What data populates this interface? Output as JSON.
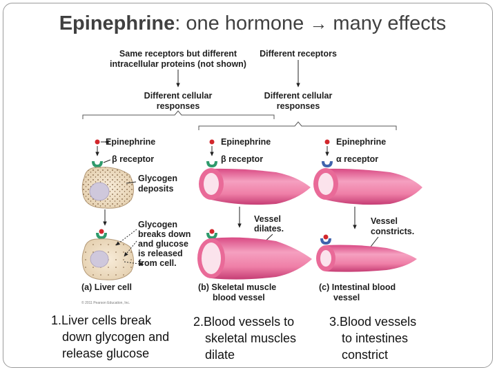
{
  "title": {
    "bold": "Epinephrine",
    "rest": ": one hormone ",
    "arrow": "→",
    "tail": " many effects"
  },
  "figure": {
    "top_left_1": "Same receptors but different",
    "top_left_2": "intracellular proteins (not shown)",
    "top_right": "Different receptors",
    "resp_left_1": "Different cellular",
    "resp_left_2": "responses",
    "resp_right_1": "Different cellular",
    "resp_right_2": "responses",
    "epinephrine": "Epinephrine",
    "beta_receptor": "β receptor",
    "alpha_receptor": "α receptor",
    "glycogen_1": "Glycogen",
    "glycogen_2": "deposits",
    "breaks_1": "Glycogen",
    "breaks_2": "breaks down",
    "breaks_3": "and glucose",
    "breaks_4": "is released",
    "breaks_5": "from cell.",
    "dilates_1": "Vessel",
    "dilates_2": "dilates.",
    "constricts_1": "Vessel",
    "constricts_2": "constricts.",
    "panel_a": "(a) Liver cell",
    "panel_b_1": "(b) Skeletal muscle",
    "panel_b_2": "blood vessel",
    "panel_c_1": "(c) Intestinal blood",
    "panel_c_2": "vessel",
    "copyright": "© 2011 Pearson Education, Inc."
  },
  "captions": [
    {
      "num": "1.",
      "lines": [
        "Liver cells break",
        "down glycogen and",
        "release glucose"
      ]
    },
    {
      "num": "2.",
      "lines": [
        "Blood vessels to",
        "skeletal muscles",
        "dilate"
      ]
    },
    {
      "num": "3.",
      "lines": [
        "Blood vessels",
        "to intestines",
        "constrict"
      ]
    }
  ],
  "colors": {
    "vessel": "#ef7fa7",
    "vessel_dark": "#d94a84",
    "lumen": "#fbe3ec",
    "cell": "#f3e4cf",
    "nucleus": "#cfc8dc",
    "epi_dot": "#d2272c",
    "beta_receptor": "#2f9a6c",
    "alpha_receptor": "#3f63ad"
  }
}
